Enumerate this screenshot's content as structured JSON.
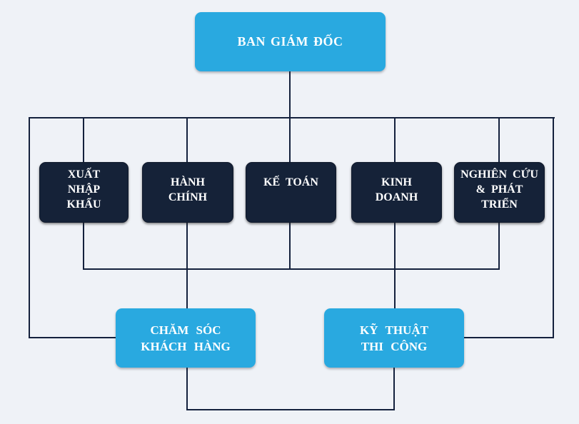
{
  "palette": {
    "background": "#eff2f7",
    "accent_blue": "#29a9e0",
    "dark_navy": "#152238",
    "connector": "#14213d",
    "text": "#ffffff"
  },
  "org_chart": {
    "root": {
      "label": "BAN GIÁM ĐỐC",
      "lines": [
        "BAN GIÁM ĐỐC"
      ]
    },
    "departments": [
      {
        "label": "XUẤT NHẬP KHẨU",
        "lines": [
          "XUẤT",
          "NHẬP",
          "KHẨU"
        ]
      },
      {
        "label": "HÀNH CHÍNH",
        "lines": [
          "HÀNH",
          "CHÍNH"
        ]
      },
      {
        "label": "KẾ TOÁN",
        "lines": [
          "KẾ TOÁN"
        ]
      },
      {
        "label": "KINH DOANH",
        "lines": [
          "KINH",
          "DOANH"
        ]
      },
      {
        "label": "NGHIÊN CỨU & PHÁT TRIỂN",
        "lines": [
          "NGHIÊN CỨU",
          "& PHÁT",
          "TRIỂN"
        ]
      }
    ],
    "teams": [
      {
        "label": "CHĂM SÓC KHÁCH HÀNG",
        "lines": [
          "CHĂM SÓC",
          "KHÁCH HÀNG"
        ]
      },
      {
        "label": "KỸ THUẬT THI CÔNG",
        "lines": [
          "KỸ THUẬT",
          "THI CÔNG"
        ]
      }
    ]
  }
}
